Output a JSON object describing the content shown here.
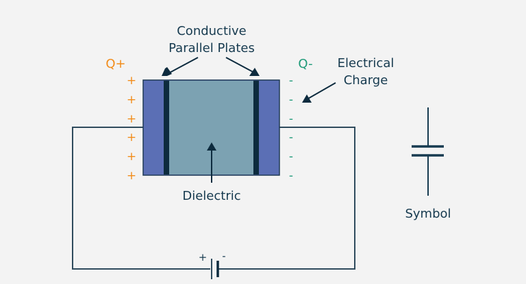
{
  "labels": {
    "plates_line1": "Conductive",
    "plates_line2": "Parallel Plates",
    "charge_line1": "Electrical",
    "charge_line2": "Charge",
    "dielectric": "Dielectric",
    "symbol": "Symbol",
    "q_positive": "Q+",
    "q_negative": "Q-",
    "battery_plus": "+",
    "battery_minus": "-"
  },
  "charges": {
    "positive": [
      "+",
      "+",
      "+",
      "+",
      "+",
      "+"
    ],
    "negative": [
      "-",
      "-",
      "-",
      "-",
      "-",
      "-"
    ]
  },
  "colors": {
    "background": "#f3f3f3",
    "plate_outer": "#5b6fb5",
    "dielectric": "#7ca2b2",
    "conductor": "#0d2b3e",
    "wire": "#2e4a5c",
    "text": "#163a4f",
    "positive": "#f28c1a",
    "negative": "#1e9a78"
  }
}
